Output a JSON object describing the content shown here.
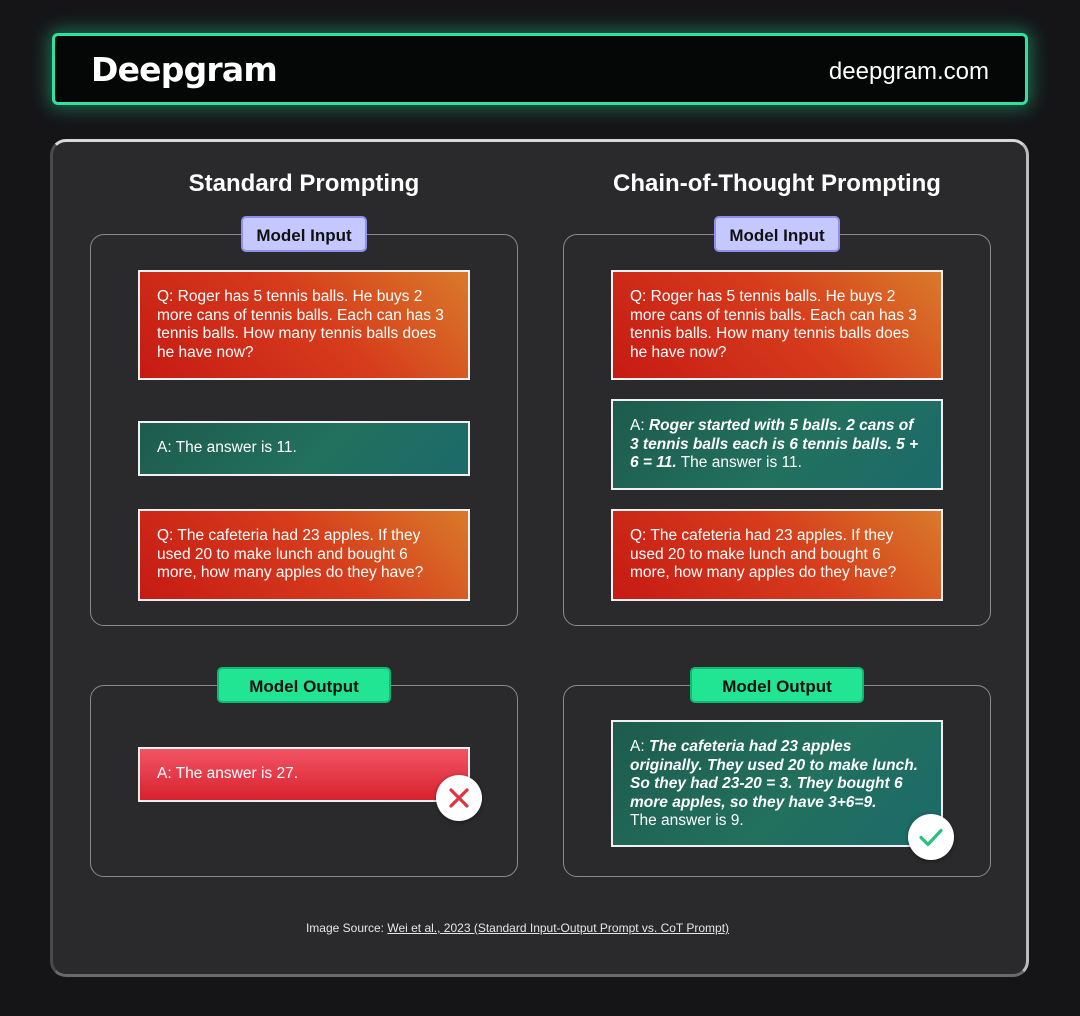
{
  "header": {
    "logo": "Deepgram",
    "site": "deepgram.com"
  },
  "standard": {
    "title": "Standard Prompting",
    "input_label": "Model Input",
    "q1": "Q: Roger has 5 tennis balls. He buys 2 more cans of tennis balls. Each can has 3 tennis balls. How many tennis balls does he have now?",
    "a1": "A: The answer is 11.",
    "q2": "Q: The cafeteria had 23 apples. If they used 20 to make lunch and bought 6 more, how many apples do they have?",
    "output_label": "Model Output",
    "output": "A: The answer is 27.",
    "result_icon": "cross-icon",
    "result_color": "#e0333f"
  },
  "cot": {
    "title": "Chain-of-Thought Prompting",
    "input_label": "Model Input",
    "q1": "Q: Roger has 5 tennis balls. He buys 2 more cans of tennis balls. Each can has 3 tennis balls. How many tennis balls does he have now?",
    "a1_prefix": "A: ",
    "a1_reasoning": "Roger started with 5 balls. 2 cans of 3 tennis balls each is 6 tennis balls. 5 + 6 = 11.",
    "a1_answer": " The answer is 11.",
    "q2": "Q: The cafeteria had 23 apples. If they used 20 to make lunch and bought 6 more, how many apples do they have?",
    "output_label": "Model Output",
    "output_prefix": "A: ",
    "output_reasoning": "The cafeteria had 23 apples originally. They used 20 to make lunch. So they had 23-20 = 3. They bought 6 more apples, so they have 3+6=9.",
    "output_answer": "The answer is 9.",
    "result_icon": "check-icon",
    "result_color": "#28c080"
  },
  "source": {
    "prefix": "Image Source: ",
    "link": "Wei et al., 2023 (Standard Input-Output Prompt vs. CoT Prompt)"
  }
}
